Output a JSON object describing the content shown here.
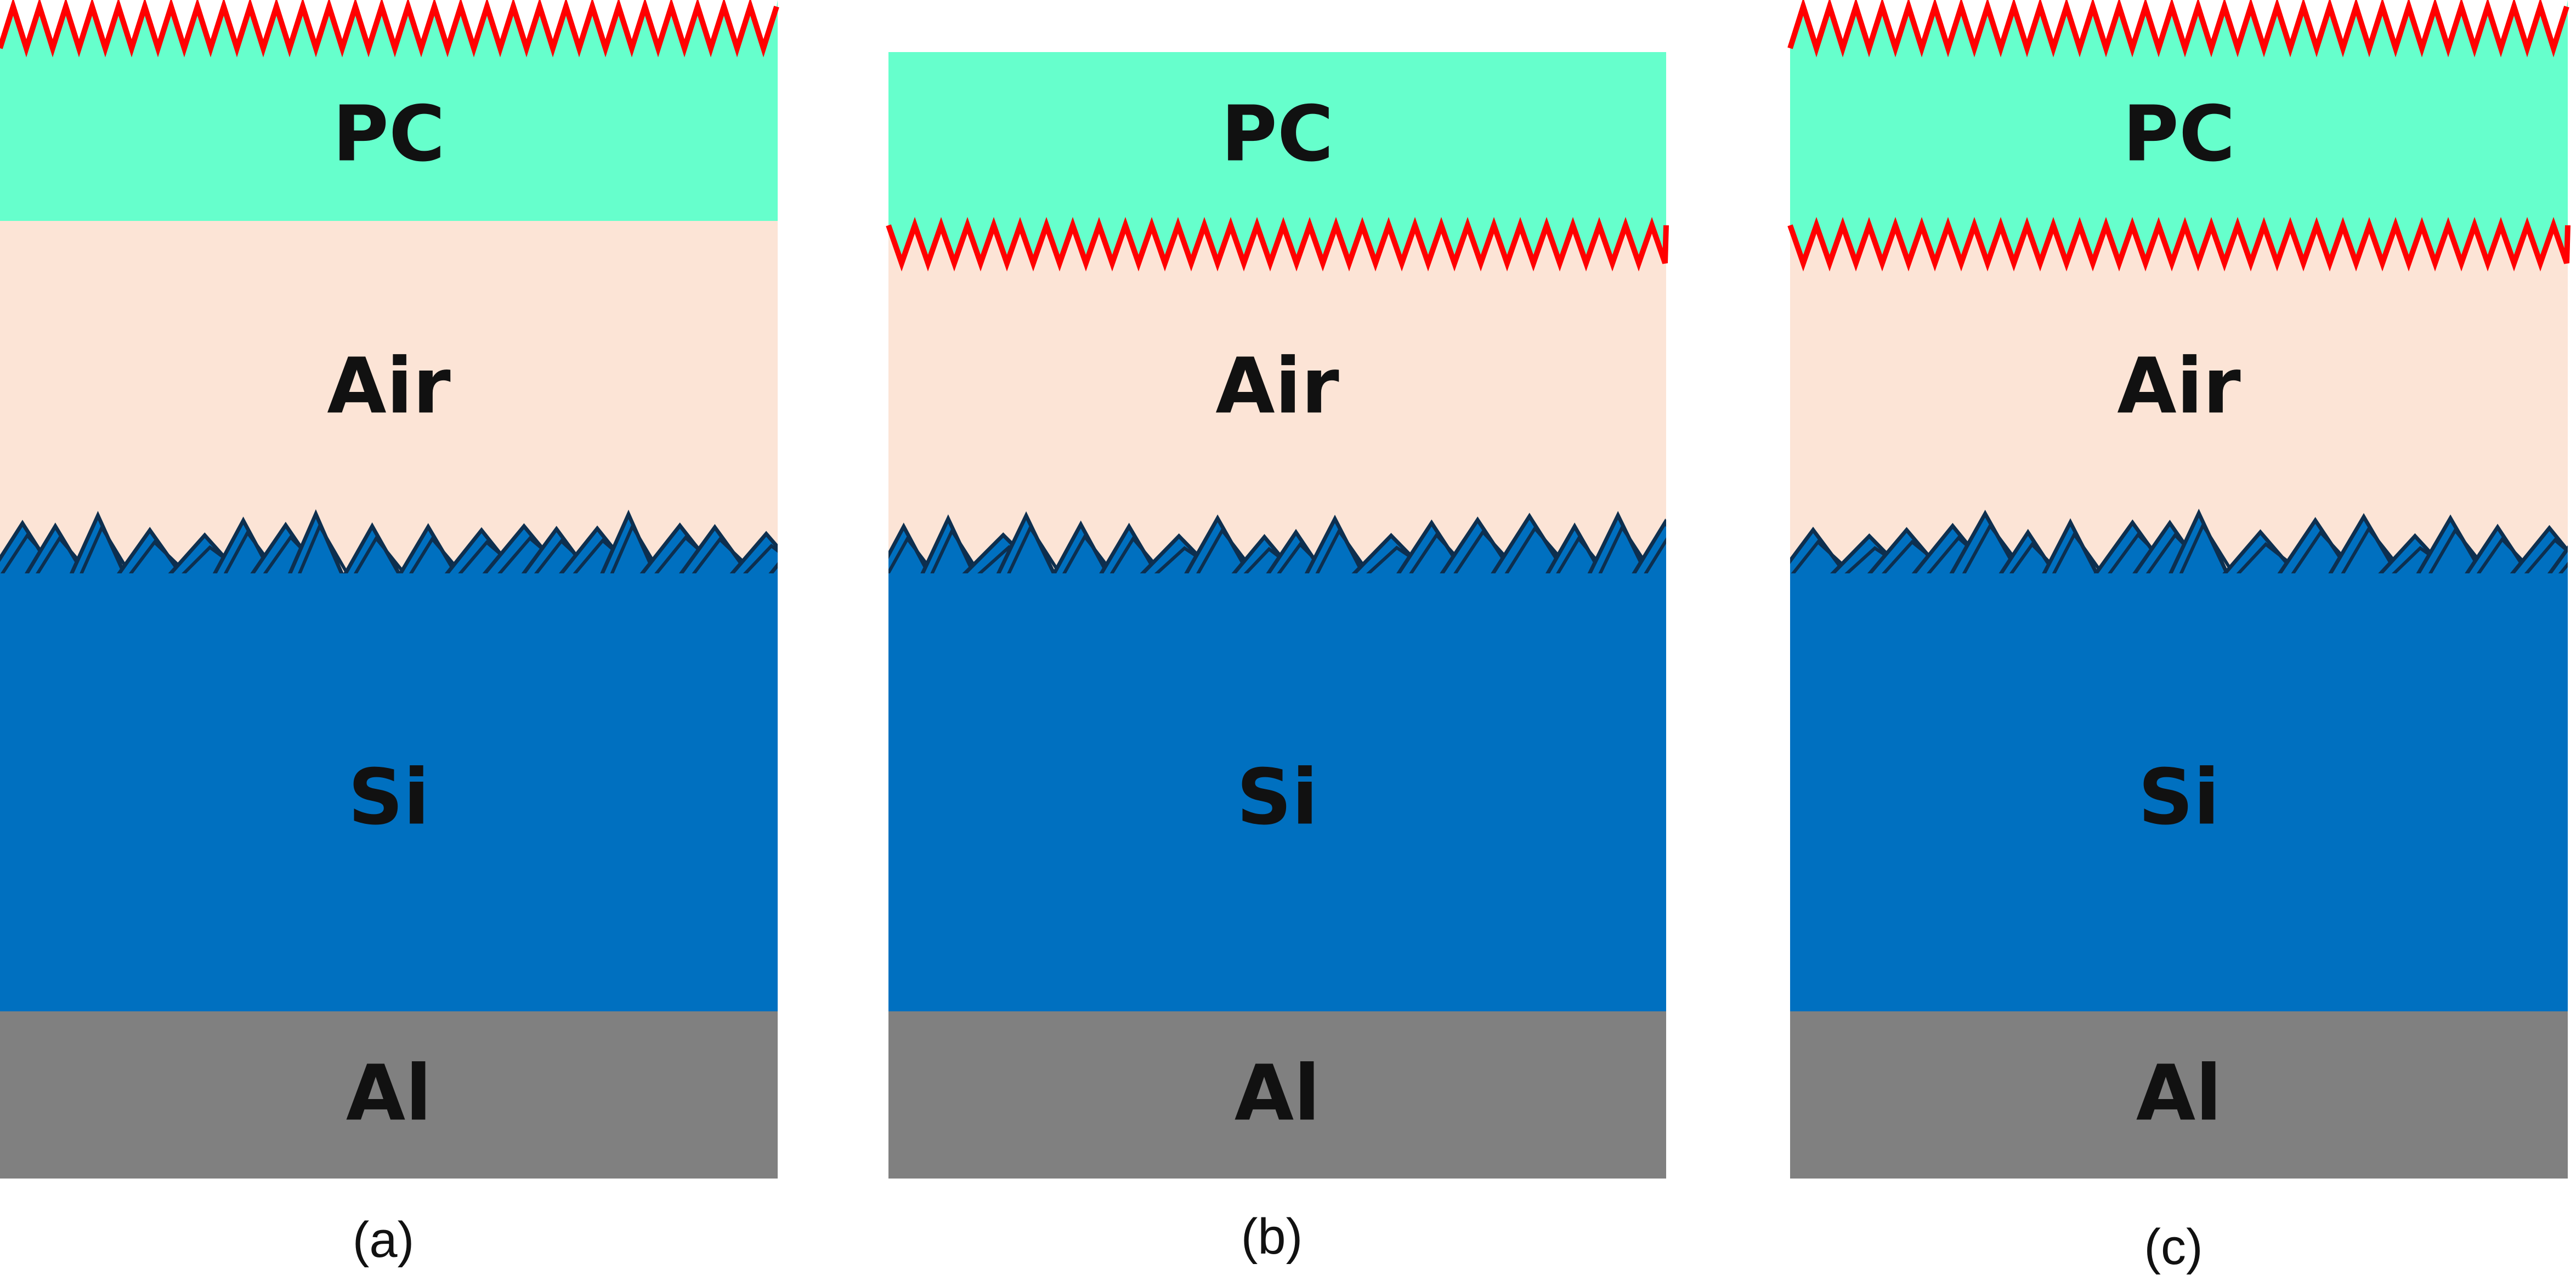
{
  "colors": {
    "pc": "#66ffcc",
    "air": "#fce4d6",
    "si": "#0070c0",
    "al": "#808080",
    "zigzag": "#ff0000",
    "texture_line": "#0d2f4f",
    "text": "#111111"
  },
  "layers": {
    "pc": "PC",
    "air": "Air",
    "si": "Si",
    "al": "Al"
  },
  "panels": [
    {
      "caption": "(a)",
      "pc_surface": "zigzag",
      "pc_air_interface": "flat",
      "si_surface": "pyramid-texture"
    },
    {
      "caption": "(b)",
      "pc_surface": "flat",
      "pc_air_interface": "zigzag",
      "si_surface": "pyramid-texture"
    },
    {
      "caption": "(c)",
      "pc_surface": "zigzag",
      "pc_air_interface": "zigzag",
      "si_surface": "pyramid-texture"
    }
  ]
}
